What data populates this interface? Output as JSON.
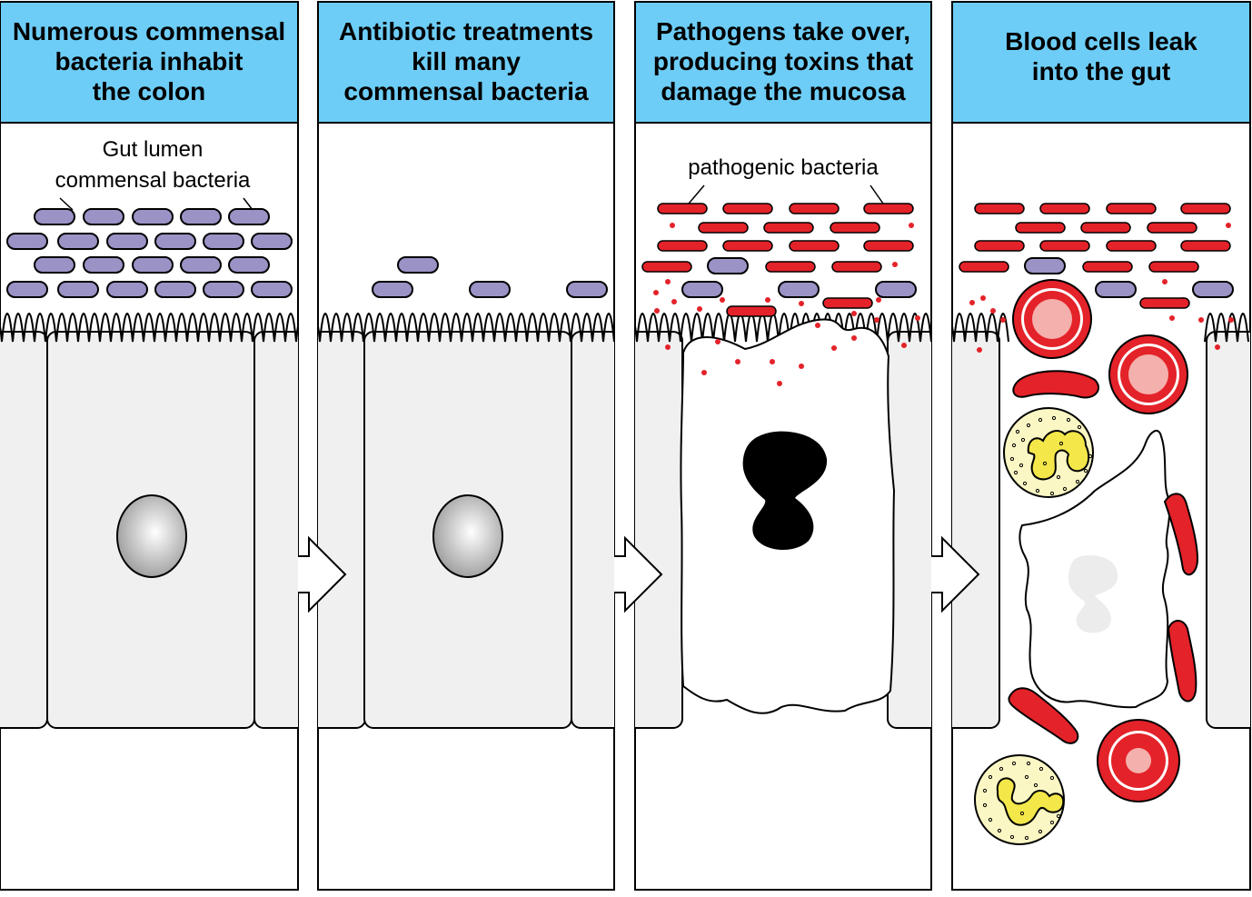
{
  "panels": [
    {
      "title_lines": [
        "Numerous commensal",
        "bacteria inhabit",
        "the colon"
      ]
    },
    {
      "title_lines": [
        "Antibiotic treatments",
        "kill many",
        "commensal bacteria"
      ]
    },
    {
      "title_lines": [
        "Pathogens take over,",
        "producing toxins that",
        "damage the mucosa"
      ]
    },
    {
      "title_lines": [
        "Blood cells leak",
        "into the gut"
      ]
    }
  ],
  "labels": {
    "gut_lumen": "Gut lumen",
    "commensal_bacteria": "commensal bacteria",
    "pathogenic_bacteria": "pathogenic bacteria"
  },
  "colors": {
    "header": "#6dcdf6",
    "commensal": "#9b93c6",
    "pathogen": "#e42229",
    "red_blood_cell": "#e42229",
    "white_blood_cell": "#fbf7c4",
    "cell_fill": "#f0f0f0"
  },
  "icons": [
    "commensal-bacterium-icon",
    "pathogenic-bacterium-icon",
    "toxin-icon",
    "red-blood-cell-icon",
    "white-blood-cell-icon",
    "nucleus-icon",
    "step-arrow-icon"
  ]
}
